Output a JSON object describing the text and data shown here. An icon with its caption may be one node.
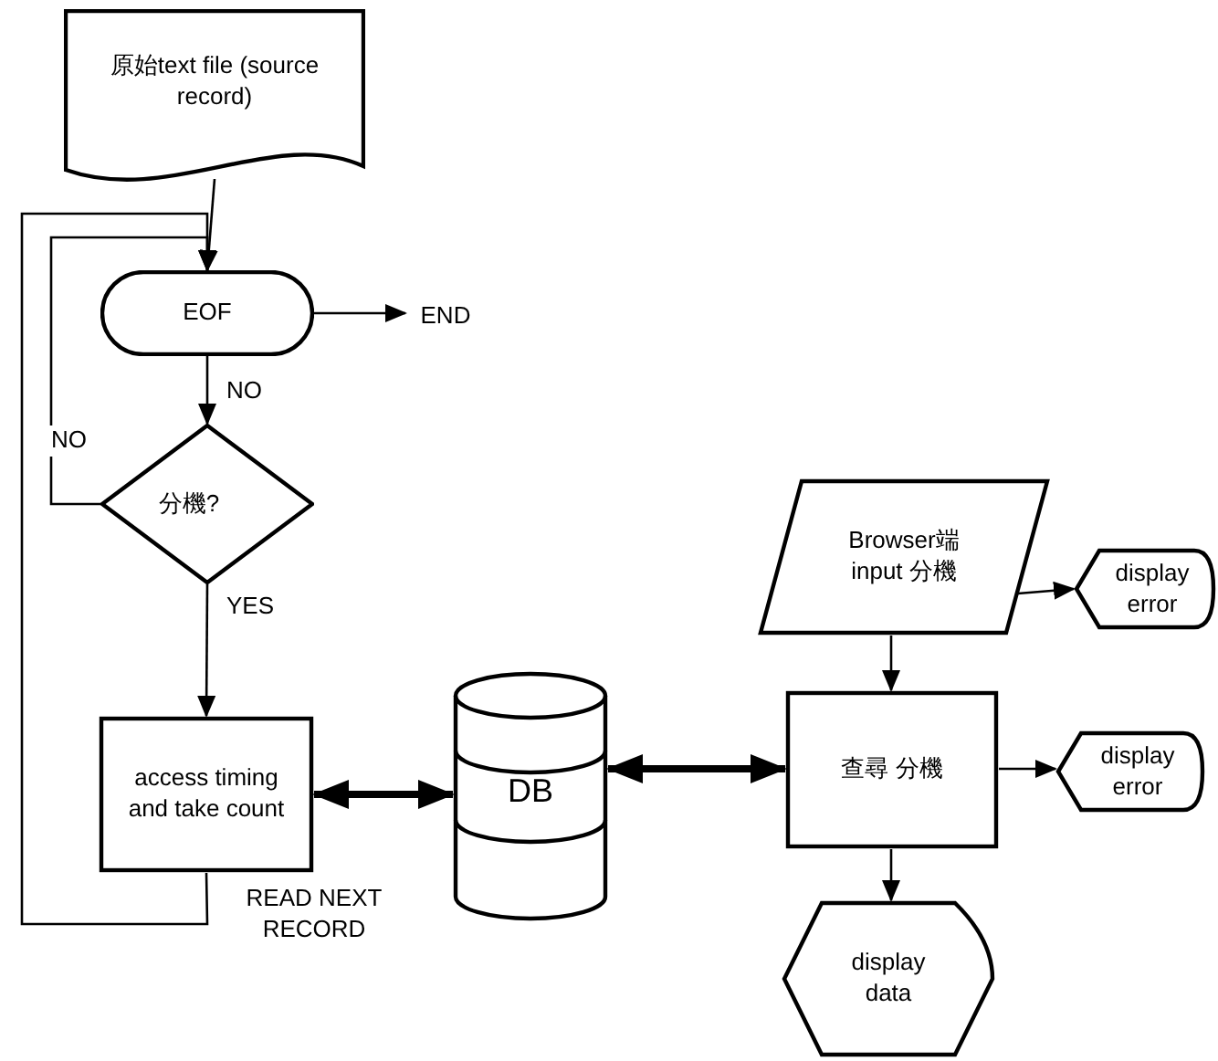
{
  "diagram": {
    "nodes": [
      {
        "text": [
          "原始text file (source record)"
        ]
      },
      {
        "text": [
          "EOF"
        ]
      },
      {
        "text": [
          "END"
        ]
      },
      {
        "text": [
          "分機?"
        ]
      },
      {
        "text": [
          "access timing and take count"
        ]
      },
      {
        "text": [
          "DB"
        ]
      },
      {
        "text": [
          "Browser端 input 分機"
        ]
      },
      {
        "text": [
          "display error"
        ]
      },
      {
        "text": [
          "查尋 分機"
        ]
      },
      {
        "text": [
          "display error"
        ]
      },
      {
        "text": [
          "display data"
        ]
      }
    ],
    "edges": [
      {
        "from": 0,
        "to": 1,
        "arrow": "to"
      },
      {
        "from": 1,
        "to": 2,
        "arrow": "to"
      },
      {
        "from": 1,
        "to": 3,
        "arrow": "to",
        "label": "NO"
      },
      {
        "from": 3,
        "to": 1,
        "arrow": "to",
        "label": "NO"
      },
      {
        "from": 3,
        "to": 4,
        "arrow": "to",
        "label": "YES"
      },
      {
        "from": 4,
        "to": 1,
        "arrow": "to",
        "label": "READ NEXT RECORD"
      },
      {
        "from": 4,
        "to": 5,
        "arrow": "both",
        "style": "thick"
      },
      {
        "from": 5,
        "to": 8,
        "arrow": "both",
        "style": "thick"
      },
      {
        "from": 6,
        "to": 8,
        "arrow": "to"
      },
      {
        "from": 6,
        "to": 7,
        "arrow": "to"
      },
      {
        "from": 8,
        "to": 9,
        "arrow": "to"
      },
      {
        "from": 8,
        "to": 10,
        "arrow": "to"
      }
    ]
  }
}
